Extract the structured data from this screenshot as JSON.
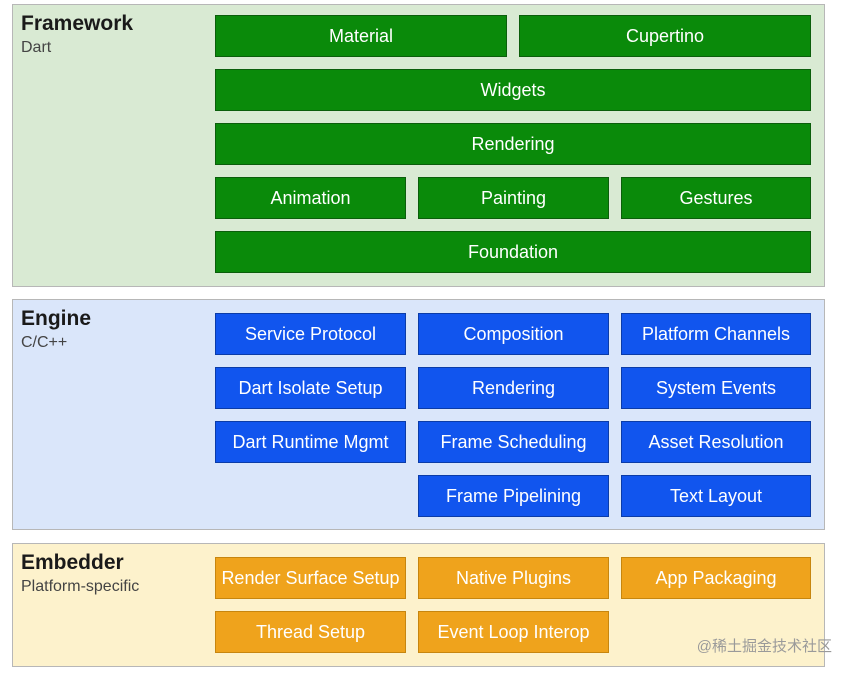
{
  "framework": {
    "title": "Framework",
    "subtitle": "Dart",
    "blocks": {
      "material": "Material",
      "cupertino": "Cupertino",
      "widgets": "Widgets",
      "rendering": "Rendering",
      "animation": "Animation",
      "painting": "Painting",
      "gestures": "Gestures",
      "foundation": "Foundation"
    }
  },
  "engine": {
    "title": "Engine",
    "subtitle": "C/C++",
    "blocks": {
      "service_protocol": "Service Protocol",
      "composition": "Composition",
      "platform_channels": "Platform Channels",
      "dart_isolate_setup": "Dart Isolate Setup",
      "rendering": "Rendering",
      "system_events": "System Events",
      "dart_runtime_mgmt": "Dart Runtime Mgmt",
      "frame_scheduling": "Frame Scheduling",
      "asset_resolution": "Asset Resolution",
      "frame_pipelining": "Frame Pipelining",
      "text_layout": "Text Layout"
    }
  },
  "embedder": {
    "title": "Embedder",
    "subtitle": "Platform-specific",
    "blocks": {
      "render_surface_setup": "Render Surface Setup",
      "native_plugins": "Native Plugins",
      "app_packaging": "App Packaging",
      "thread_setup": "Thread Setup",
      "event_loop_interop": "Event Loop Interop"
    }
  },
  "watermark": "@稀土掘金技术社区",
  "colors": {
    "framework_bg": "#d9ead3",
    "engine_bg": "#dae6fa",
    "embedder_bg": "#fdf2cc",
    "framework_block": "#0a8a0a",
    "engine_block": "#1155ee",
    "embedder_block": "#efa31c"
  }
}
